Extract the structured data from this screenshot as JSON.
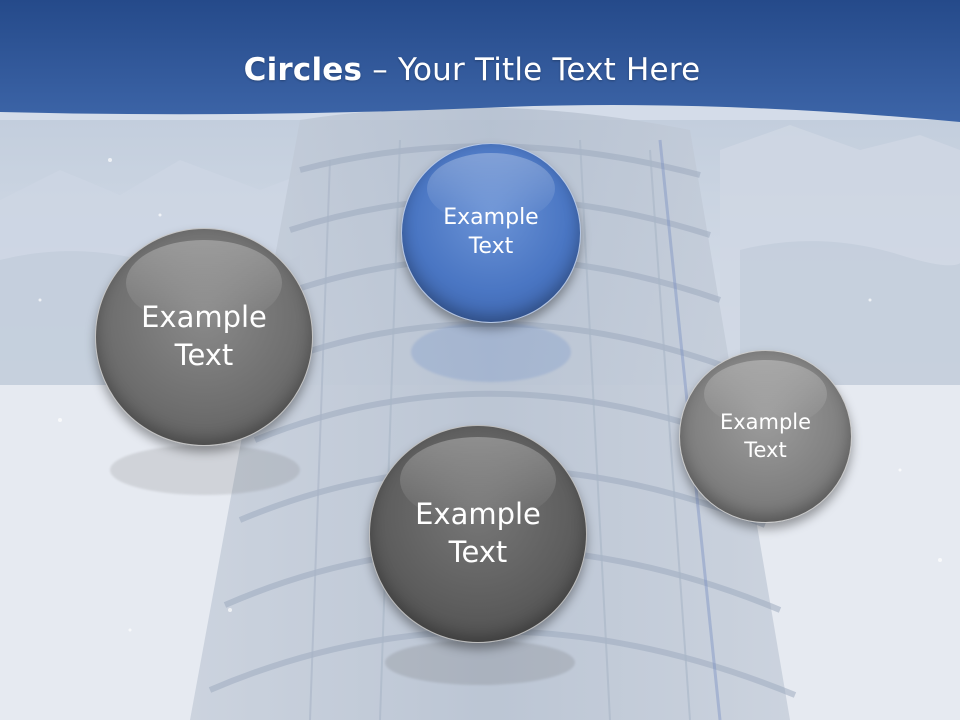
{
  "slide": {
    "title_bold": "Circles",
    "title_rest": " – Your Title Text Here"
  },
  "circles": [
    {
      "id": "top",
      "line1": "Example",
      "line2": "Text",
      "color": "#4a76c3"
    },
    {
      "id": "left",
      "line1": "Example",
      "line2": "Text",
      "color": "#6f6f6f"
    },
    {
      "id": "bottom",
      "line1": "Example",
      "line2": "Text",
      "color": "#5e5e5e"
    },
    {
      "id": "right",
      "line1": "Example",
      "line2": "Text",
      "color": "#818181"
    }
  ],
  "colors": {
    "header_blue": "#2f5597",
    "snow": "#e9edf3"
  }
}
